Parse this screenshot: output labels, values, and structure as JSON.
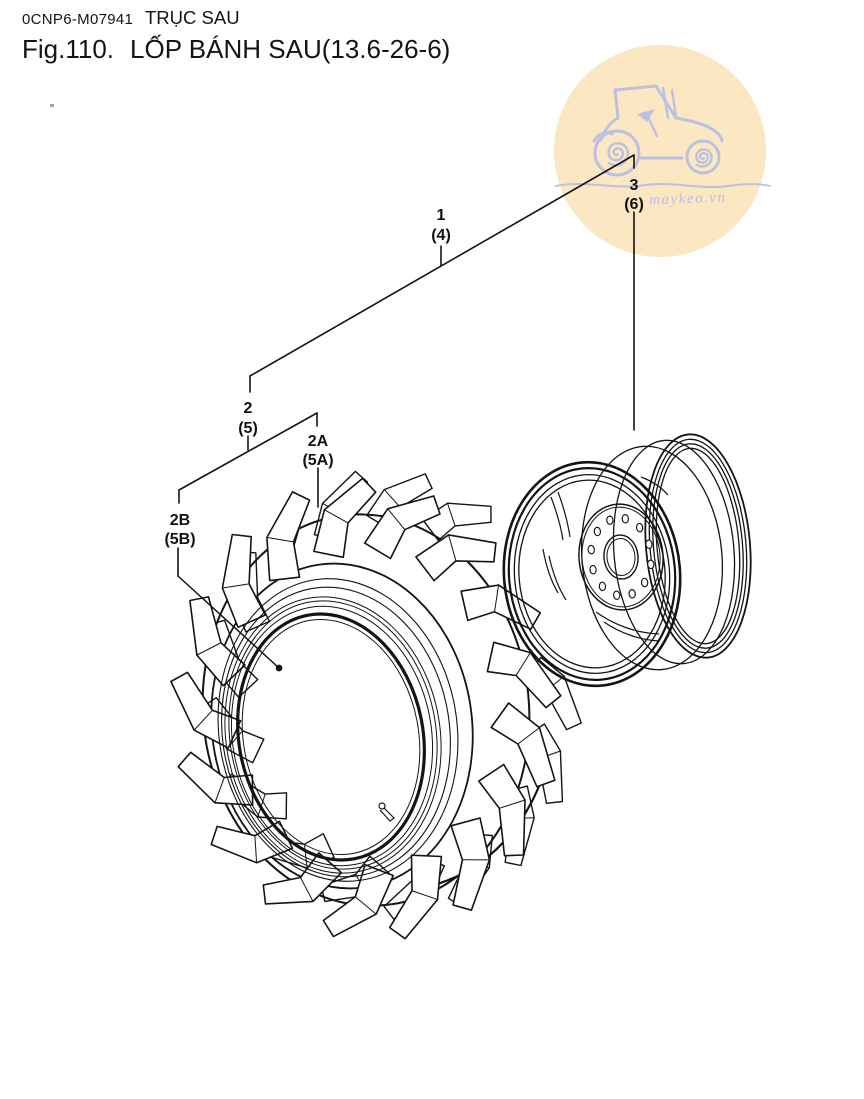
{
  "header": {
    "doc_code": "0CNP6-M07941",
    "section_title": "TRỤC SAU"
  },
  "figure": {
    "label": "Fig.110.",
    "name": "LỐP BÁNH SAU(13.6-26-6)"
  },
  "watermark": {
    "text": "maykeo.vn",
    "circle_color": "#fbe7c1",
    "art_color": "#b9c0e4"
  },
  "callouts": {
    "c1": {
      "num": "1",
      "alt": "(4)"
    },
    "c2": {
      "num": "2",
      "alt": "(5)"
    },
    "c2a": {
      "num": "2A",
      "alt": "(5A)"
    },
    "c2b": {
      "num": "2B",
      "alt": "(5B)"
    },
    "c3": {
      "num": "3",
      "alt": "(6)"
    }
  },
  "colors": {
    "line": "#141414"
  }
}
